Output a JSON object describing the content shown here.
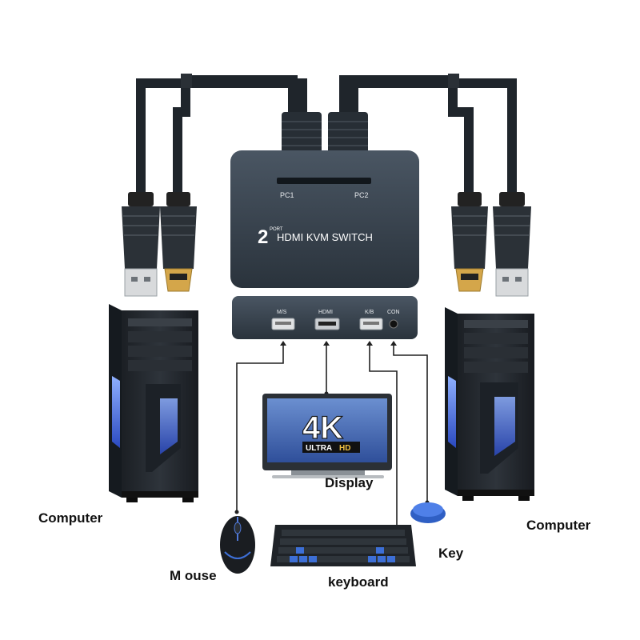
{
  "switch": {
    "port_pc1": "PC1",
    "port_pc2": "PC2",
    "badge_number": "2",
    "badge_sub": "PORT",
    "title": "HDMI KVM SWITCH"
  },
  "rear_panel": {
    "ports": [
      "M/S",
      "HDMI",
      "K/B",
      "CON"
    ]
  },
  "monitor": {
    "logo_main": "4K",
    "logo_sub_left": "ULTRA",
    "logo_sub_right": "HD"
  },
  "captions": {
    "computer_left": "Computer",
    "computer_right": "Computer",
    "display": "Display",
    "mouse": "M ouse",
    "keyboard": "keyboard",
    "key": "Key"
  },
  "colors": {
    "switch_body": "#3a4550",
    "cable": "#20262c",
    "tower": "#23272d",
    "accent_blue": "#3d6fd6",
    "leader_line": "#222222"
  },
  "icons": [
    "usb-connector-icon",
    "hdmi-connector-icon",
    "computer-tower-icon",
    "monitor-icon",
    "mouse-icon",
    "keyboard-icon",
    "remote-button-icon"
  ]
}
